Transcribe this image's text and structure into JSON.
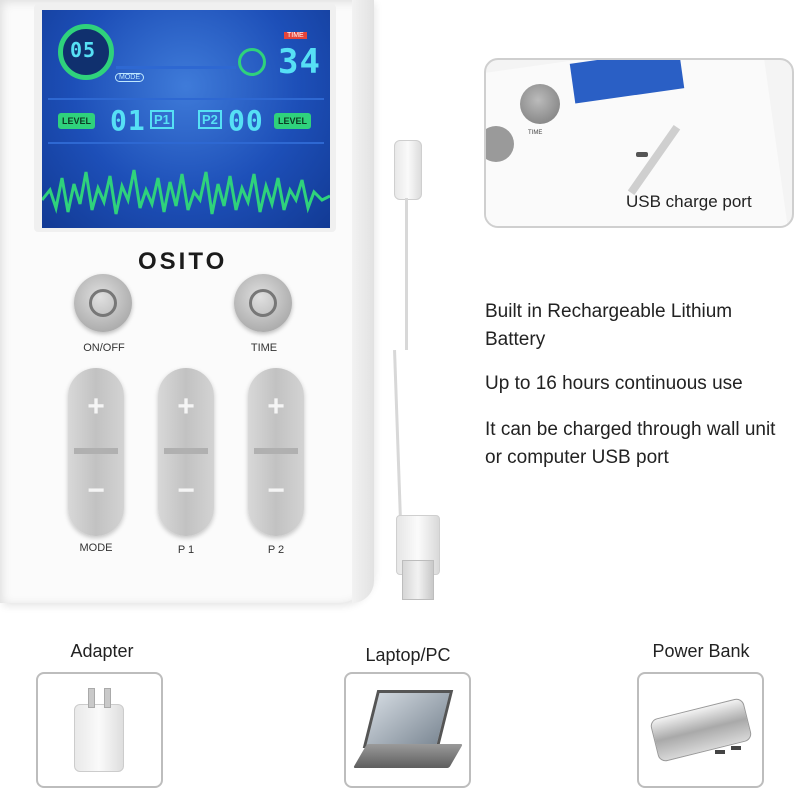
{
  "device": {
    "screen": {
      "mode_value": "05",
      "mode_label": "MODE",
      "timer_tag": "TIME",
      "timer_value": "34",
      "level_left": "LEVEL",
      "level_right": "LEVEL",
      "p1_value": "01",
      "p1_tag": "P1",
      "p2_tag": "P2",
      "p2_value": "00"
    },
    "brand": "OSITO",
    "buttons": {
      "on_off": "ON/OFF",
      "time": "TIME",
      "mode": "MODE",
      "p1": "P 1",
      "p2": "P 2",
      "plus": "+",
      "minus": "−"
    }
  },
  "inset": {
    "caption": "USB charge port",
    "time_label": "TIME"
  },
  "features": [
    "Built in Rechargeable Lithium Battery",
    "Up to 16 hours continuous use",
    "It can be charged through wall unit or computer USB port"
  ],
  "sources": [
    {
      "label": "Adapter",
      "icon": "wall-adapter-icon"
    },
    {
      "label": "Laptop/PC",
      "icon": "laptop-icon"
    },
    {
      "label": "Power Bank",
      "icon": "power-bank-icon"
    }
  ],
  "colors": {
    "screen_blue": "#1d4fb8",
    "segment_cyan": "#56e0f5",
    "accent_green": "#2fd27c",
    "button_gray": "#c8c8c8"
  }
}
